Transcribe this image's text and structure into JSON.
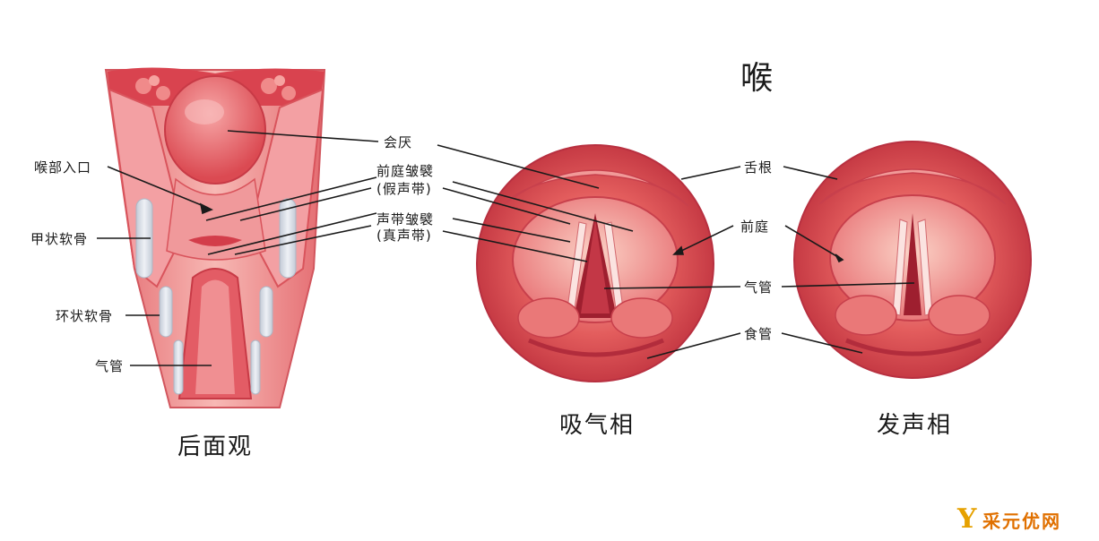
{
  "title": "喉",
  "views": {
    "posterior": {
      "caption": "后面观",
      "labels": {
        "laryngeal_inlet": "喉部入口",
        "thyroid_cartilage": "甲状软骨",
        "cricoid_cartilage": "环状软骨",
        "trachea": "气管"
      }
    },
    "center_labels": {
      "epiglottis": "会厌",
      "vestibular_fold_1": "前庭皱襞",
      "vestibular_fold_2": "(假声带)",
      "vocal_fold_1": "声带皱襞",
      "vocal_fold_2": "(真声带)"
    },
    "inspiration": {
      "caption": "吸气相"
    },
    "phonation": {
      "caption": "发声相",
      "labels": {
        "tongue_root": "舌根",
        "vestibule": "前庭",
        "trachea": "气管",
        "esophagus": "食管"
      }
    }
  },
  "watermark": {
    "letter": "Y",
    "text": "采元优网"
  },
  "colors": {
    "tissue_light": "#f6b2b2",
    "tissue_mid": "#e05a5e",
    "tissue_dark": "#c8283a",
    "cartilage": "#d7dde8",
    "leader_line": "#1a1a1a"
  }
}
